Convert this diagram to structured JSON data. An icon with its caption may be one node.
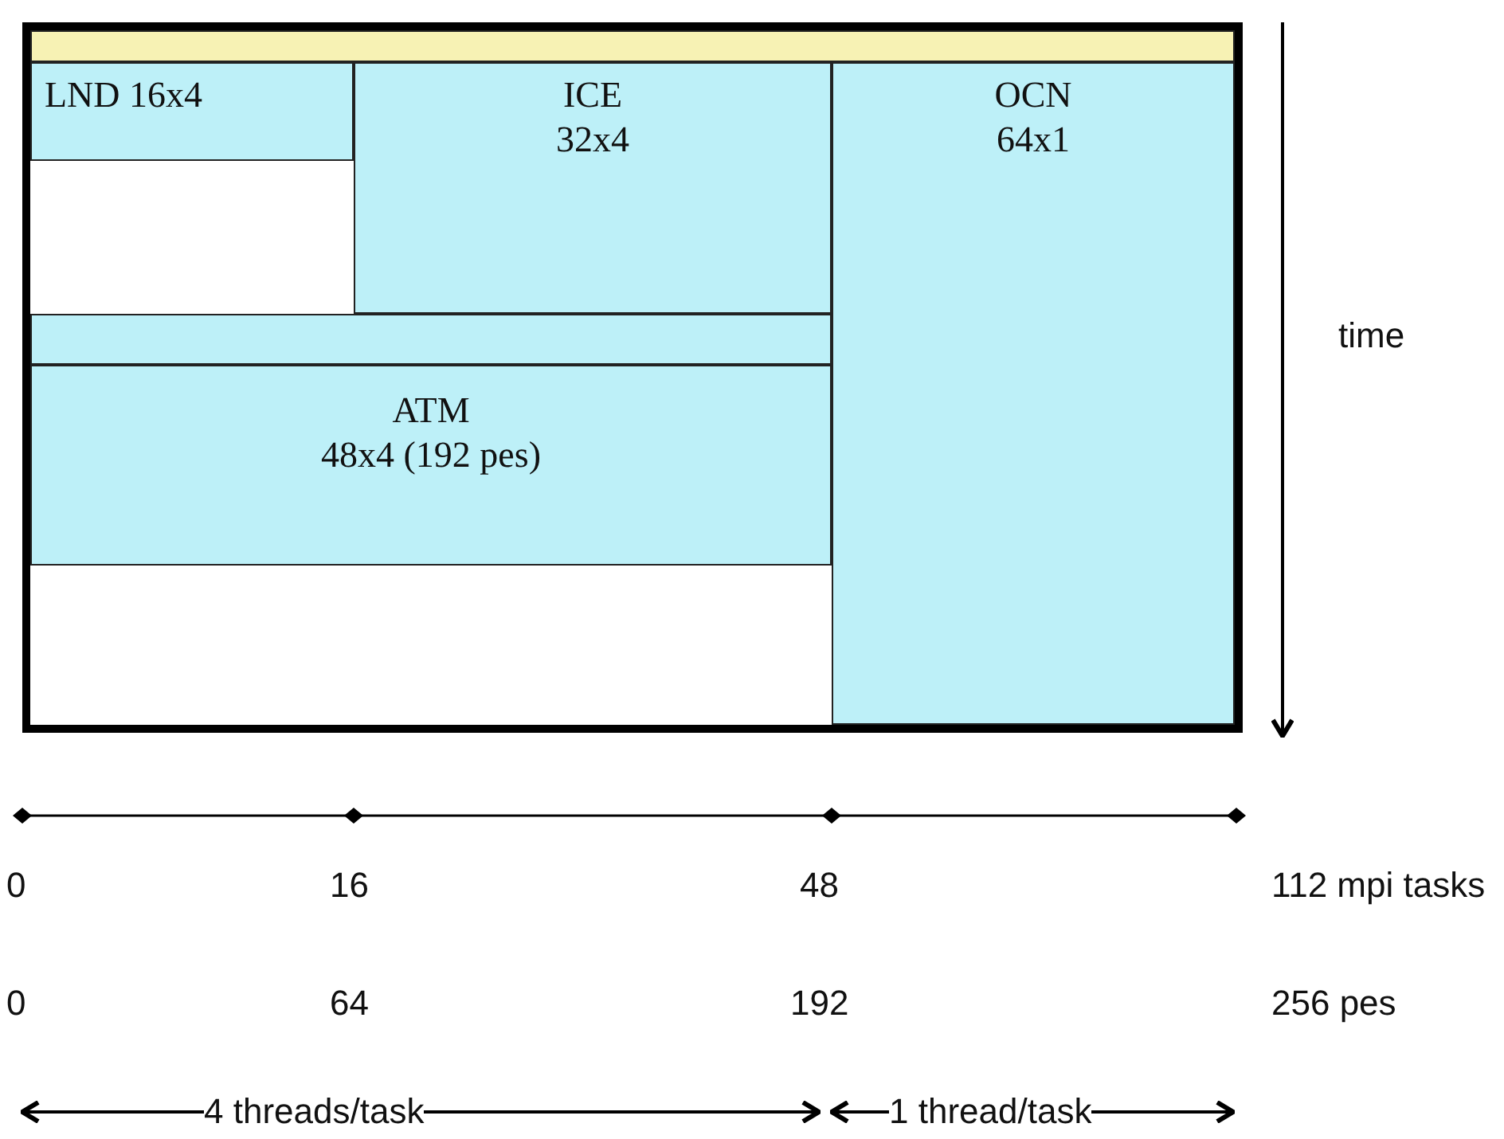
{
  "diagram": {
    "nodes": [
      {
        "text": [],
        "shape": "box"
      },
      {
        "text": [],
        "shape": "bar",
        "in": 0
      },
      {
        "text": [
          "LND 16x4"
        ],
        "in": 0
      },
      {
        "text": [
          "ICE",
          "32x4"
        ],
        "in": 0
      },
      {
        "text": [
          "OCN",
          "64x1"
        ],
        "in": 0
      },
      {
        "text": [],
        "shape": "bar",
        "in": 0
      },
      {
        "text": [
          "ATM",
          "48x4 (192 pes)"
        ],
        "in": 0
      }
    ],
    "labels": [
      "time",
      "0",
      "16",
      "48",
      "112 mpi tasks",
      "0",
      "64",
      "192",
      "256 pes",
      "4 threads/task",
      "1 thread/task"
    ]
  }
}
